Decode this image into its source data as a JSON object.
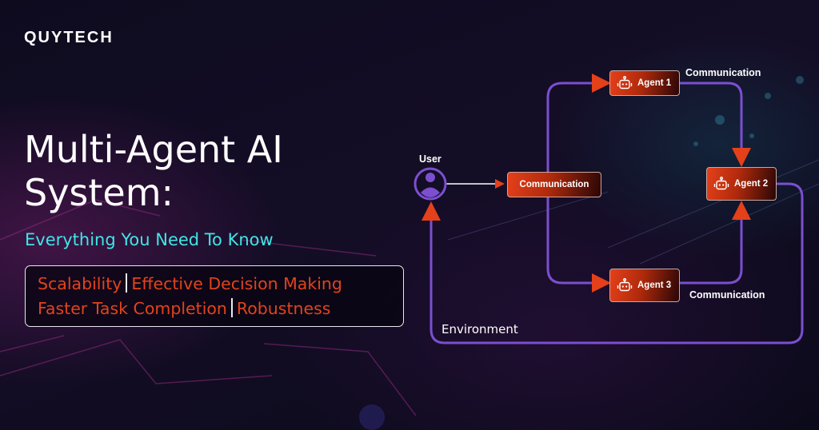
{
  "brand": {
    "logo_text": "QUYTECH"
  },
  "hero": {
    "title_line1": "Multi-Agent AI",
    "title_line2": "System:",
    "subtitle": "Everything You Need To Know",
    "benefits": {
      "row1": [
        "Scalability",
        "Effective Decision Making"
      ],
      "row2": [
        "Faster Task Completion",
        "Robustness"
      ]
    }
  },
  "diagram": {
    "user_label": "User",
    "user_icon": "user-avatar-icon",
    "communication_hub": "Communication",
    "agents": [
      {
        "label": "Agent 1",
        "icon": "robot-icon"
      },
      {
        "label": "Agent 2",
        "icon": "robot-icon"
      },
      {
        "label": "Agent 3",
        "icon": "robot-icon"
      }
    ],
    "edge_labels": {
      "top": "Communication",
      "bottom": "Communication"
    },
    "environment_label": "Environment"
  },
  "colors": {
    "background": "#0c0a1c",
    "accent_orange": "#e2431c",
    "accent_cyan": "#3fe6e6",
    "connector_purple": "#7b4fd0",
    "arrow_red": "#e4401a"
  }
}
